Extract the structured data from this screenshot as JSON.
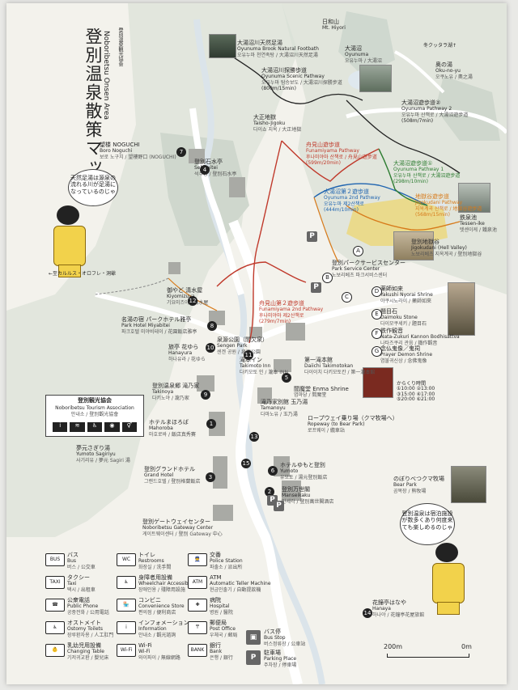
{
  "title": {
    "main": "登別温泉散策マップ",
    "sub": "Noboribetsu Onsen Area",
    "publisher": "登別温泉観光協会"
  },
  "places": {
    "hiyori": {
      "jp": "日和山",
      "en": "Mt. Hiyori"
    },
    "oyunuma": {
      "jp": "大湯沼",
      "en": "Oyunuma",
      "kr": "오유누마 / 大湯沼"
    },
    "footbath": {
      "jp": "大湯沼川天然足湯",
      "en": "Oyunuma Brook Natural Footbath",
      "kr": "오유누마 천연족탕 / 大湯沼川天然足湯"
    },
    "scenic": {
      "jp": "大湯沼川探勝歩道",
      "en": "Oyunuma Scenic Pathway",
      "kr": "오유누마 탐승보도 / 大湯沼川探勝步道",
      "dist": "(800m/15min)"
    },
    "okunoyu": {
      "jp": "奥の湯",
      "en": "Oku-no-yu",
      "kr": "오쿠노유 / 奧之湯",
      "bear": "冬クッタラ湖↑"
    },
    "path2": {
      "jp": "大湯沼遊歩道②",
      "en": "Oyunuma Pathway 2",
      "kr": "오유누마 산책로 / 大湯沼遊步道",
      "dist": "(508m/7min)"
    },
    "taisho": {
      "jp": "大正地獄",
      "en": "Taisho-Jigoku",
      "kr": "다이쇼 지옥 / 大正地獄"
    },
    "funami": {
      "jp": "舟見山遊歩道",
      "en": "Funamiyama Pathway",
      "kr": "후나미야마 산책로 / 舟見山遊步道",
      "dist": "(599m/20min)"
    },
    "path1": {
      "jp": "大湯沼遊歩道①",
      "en": "Oyunuma Pathway 1",
      "kr": "오유누마 산책로 / 大湯沼遊步道",
      "dist": "(298m/10min)"
    },
    "boro": {
      "jp": "望楼 NOGUCHI",
      "en": "Boro Noguchi",
      "kr": "보로 노구치 / 望樓野口 (NOGUCHI)"
    },
    "sekisuitei": {
      "jp": "登別石水亭",
      "en": "Sekisuitei",
      "kr": "석수정 / 登別石水亭"
    },
    "oyunuma2": {
      "jp": "大湯沼第２遊歩道",
      "en": "Oyunuma 2nd Pathway",
      "kr": "오유누마 제2산책로",
      "dist": "(444m/10min)"
    },
    "jigokudani": {
      "jp": "地獄谷遊歩道",
      "en": "Jigokudani Pathway",
      "kr": "지옥계곡 산책로 / 地獄谷遊步道",
      "dist": "(568m/15min)"
    },
    "tessen": {
      "jp": "鉄泉池",
      "en": "Tessen-ike",
      "kr": "텟센이케 / 鐵泉池"
    },
    "hellvalley": {
      "jp": "登別地獄谷",
      "en": "Jigokudani (Hell Valley)",
      "kr": "노보리베츠 지옥계곡 / 登別地獄谷"
    },
    "tengu": {
      "jp": "天然足湯は源泉の流れる川が足湯になっているのじゃ"
    },
    "karurusu": {
      "jp": "←至カルルス・オロフレ・洞爺"
    },
    "parkcenter": {
      "jp": "登別パークサービスセンター",
      "en": "Park Service Center",
      "kr": "노보리베츠 파크서비스센터"
    },
    "kiyomizu": {
      "jp": "御やど 清水屋",
      "en": "Kiyomizuya",
      "kr": "기요미즈야 / 清水屋"
    },
    "miyakotei": {
      "jp": "名湯の宿 パークホテル雅亭",
      "en": "Park Hotel Miyabitei",
      "kr": "파크호텔 미야비테이 / 花園飯店雅亭"
    },
    "funami2": {
      "jp": "舟見山第２遊歩道",
      "en": "Funamiyama 2nd Pathway",
      "kr": "후나미야마 제2산책로",
      "dist": "(279m/7min)"
    },
    "yakushi": {
      "jp": "薬師如来",
      "en": "Yakushi Nyorai Shrine",
      "kr": "야쿠시뇨라이 / 藥師如來"
    },
    "daimoku": {
      "jp": "題目石",
      "en": "Daimoku Stone",
      "kr": "다이모쿠세키 / 題目石"
    },
    "kannon": {
      "jp": "鉄作観音",
      "en": "Nata-Zukuri Kannon Bodhisattva",
      "kr": "나타즈쿠리 관음 / 鐵作觀音"
    },
    "nenbutsu": {
      "jp": "念仏鬼像／鬼祠",
      "en": "Prayer Demon Shrine",
      "kr": "염불귀신상 / 念佛鬼像"
    },
    "sengen": {
      "jp": "泉源公園（間欠泉）",
      "en": "Sengen Park",
      "kr": "센겐 공원 / 泉源公園"
    },
    "hanayura": {
      "jp": "旅亭 花ゆら",
      "en": "Hanayura",
      "kr": "하나유라 / 花ゆら"
    },
    "takimoto": {
      "jp": "滝本イン",
      "en": "Takimoto Inn",
      "kr": "다키모토 인 / 瀧本 INN"
    },
    "takimotokan": {
      "jp": "第一滝本館",
      "en": "Daiichi Takimotokan",
      "kr": "다이이치 다키모토칸 / 第一瀧本館"
    },
    "enma": {
      "jp": "閻魔堂 Enma Shrine",
      "kr": "염마당 / 閻魔堂"
    },
    "karakuri": {
      "jp": "からくり時間",
      "times": "①10:00 ②13:00 ③15:00 ④17:00 ⑤20:00 ⑥21:00"
    },
    "takinoya": {
      "jp": "登別温泉郷 滝乃家",
      "en": "Takinoya",
      "kr": "다키노야 / 瀧乃家"
    },
    "tamanoyu": {
      "jp": "滝乃家別館 玉乃湯",
      "en": "Tamanoyu",
      "kr": "다마노유 / 玉乃湯"
    },
    "ropeway": {
      "jp": "ロープウェイ乗り場（クマ牧場へ）",
      "en": "Ropeway (to Bear Park)",
      "kr": "로프웨이 / 纜車站"
    },
    "tourism": {
      "jp": "登別観光協会",
      "en": "Noboribetsu Tourism Association",
      "kr": "안내소 / 登別觀光協會"
    },
    "mahoroba": {
      "jp": "ホテルまほろば",
      "en": "Mahoroba",
      "kr": "마호로바 / 飯店真秀賽"
    },
    "yumotosagiri": {
      "jp": "夢元さぎり湯",
      "en": "Yumoto Sagiriyu",
      "kr": "사기리유 / 夢元 Sagiri 湯"
    },
    "grandhotel": {
      "jp": "登別グランドホテル",
      "en": "Grand Hotel",
      "kr": "그랜드호텔 / 登別格蘭飯店"
    },
    "yumoto": {
      "jp": "ホテルゆもと登別",
      "en": "Yumoto",
      "kr": "유모토 / 湯元登別飯店"
    },
    "manseikaku": {
      "jp": "登別万世閣",
      "en": "Manseikaku",
      "kr": "만세각 / 登別萬世閣酒店"
    },
    "bearpark": {
      "jp": "のぼりべつクマ牧場",
      "en": "Bear Park",
      "kr": "곰목장 / 熊牧場"
    },
    "gateway": {
      "jp": "登別ゲートウェイセンター",
      "en": "Noboribetsu Gateway Center",
      "kr": "게이트웨이센터 / 登別 Gateway 中心"
    },
    "tengu2": {
      "jp": "登別温泉は宿泊施設が数多くあり何度来ても楽しめるのじゃ"
    },
    "hanaya": {
      "jp": "花鐘亭はなや",
      "en": "Hanaya",
      "kr": "하나야 / 花鐘亭花屋旅館"
    }
  },
  "pins": [
    "1",
    "2",
    "3",
    "4",
    "5",
    "6",
    "7",
    "8",
    "9",
    "10",
    "11",
    "12",
    "13",
    "14",
    "15"
  ],
  "letters": [
    "A",
    "B",
    "C",
    "D",
    "E",
    "F",
    "G"
  ],
  "legend": [
    {
      "icon": "BUS",
      "jp": "バス",
      "en": "Bus",
      "kr": "버스 / 公交車"
    },
    {
      "icon": "TAXI",
      "jp": "タクシー",
      "en": "Taxi",
      "kr": "택시 / 出租車"
    },
    {
      "icon": "☎",
      "jp": "公衆電話",
      "en": "Public Phone",
      "kr": "공중전화 / 公用電話"
    },
    {
      "icon": "♿",
      "jp": "オストメイト",
      "en": "Ostomy Toilets",
      "kr": "장루환자용 / 人工肛門"
    },
    {
      "icon": "👶",
      "jp": "乳幼児用設備",
      "en": "Changing Table",
      "kr": "기저귀교환 / 嬰兒床"
    },
    {
      "icon": "WC",
      "jp": "トイレ",
      "en": "Restrooms",
      "kr": "화장실 / 洗手間"
    },
    {
      "icon": "♿",
      "jp": "身障者用設備",
      "en": "Wheelchair Accessible",
      "kr": "장애인용 / 殘障用設施"
    },
    {
      "icon": "🏪",
      "jp": "コンビニ",
      "en": "Convenience Store",
      "kr": "편의점 / 便利商店"
    },
    {
      "icon": "i",
      "jp": "インフォメーション",
      "en": "Information",
      "kr": "안내소 / 觀光諮詢"
    },
    {
      "icon": "Wi-Fi",
      "jp": "Wi-Fi",
      "en": "Wi-Fi",
      "kr": "와이파이 / 無線網路"
    },
    {
      "icon": "👮",
      "jp": "交番",
      "en": "Police Station",
      "kr": "파출소 / 派出所"
    },
    {
      "icon": "ATM",
      "jp": "ATM",
      "en": "Automatic Teller Machine",
      "kr": "현금인출기 / 自動提款機"
    },
    {
      "icon": "✚",
      "jp": "病院",
      "en": "Hospital",
      "kr": "병원 / 醫院"
    },
    {
      "icon": "〒",
      "jp": "郵便局",
      "en": "Post Office",
      "kr": "우체국 / 郵局"
    },
    {
      "icon": "BANK",
      "jp": "銀行",
      "en": "Bank",
      "kr": "은행 / 銀行"
    }
  ],
  "busstop": {
    "jp": "バス停",
    "en": "Bus Stop",
    "kr": "버스정류장 / 公車站"
  },
  "parking": {
    "icon": "P",
    "jp": "駐車場",
    "en": "Parking Place",
    "kr": "주차장 / 停車場"
  },
  "scale": {
    "left": "200m",
    "right": "0m"
  },
  "colors": {
    "paper": "#f3f2ec",
    "forest": "#d7ddd3",
    "road": "#ffffff",
    "river": "#dfe8ee",
    "red": "#c0392b",
    "blue": "#1f64b0",
    "green": "#2e7d32",
    "orange": "#d77a1a",
    "yellow": "#f2d24b"
  }
}
